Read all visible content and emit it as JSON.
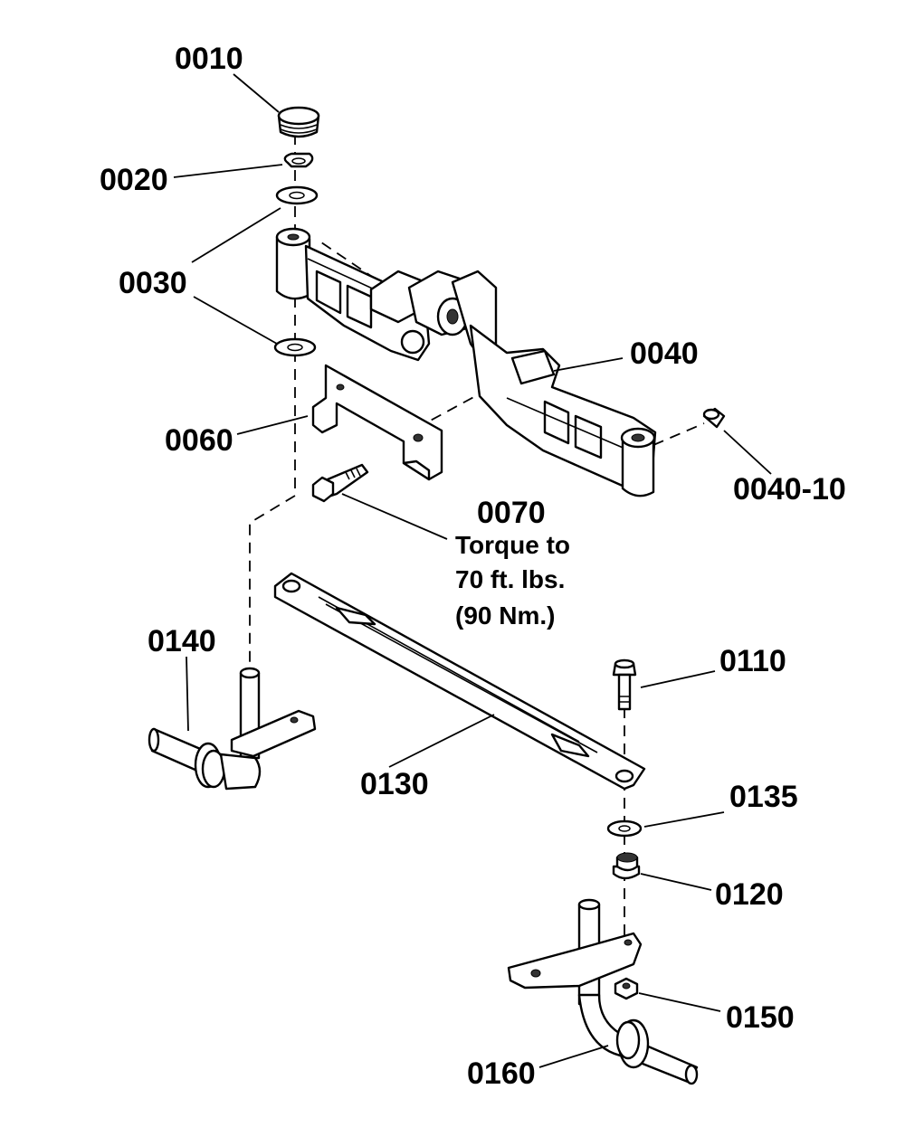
{
  "labels": {
    "p0010": "0010",
    "p0020": "0020",
    "p0030": "0030",
    "p0040": "0040",
    "p0040_10": "0040-10",
    "p0060": "0060",
    "p0070": "0070",
    "p0110": "0110",
    "p0120": "0120",
    "p0130": "0130",
    "p0135": "0135",
    "p0140": "0140",
    "p0150": "0150",
    "p0160": "0160"
  },
  "note": {
    "line1": "Torque to",
    "line2": "70 ft. lbs.",
    "line3": "(90 Nm.)"
  }
}
